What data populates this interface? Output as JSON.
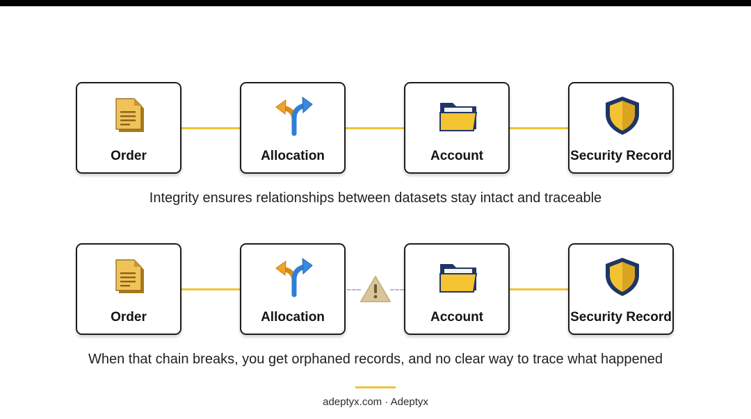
{
  "rows": [
    {
      "nodes": [
        {
          "label": "Order",
          "icon": "document-icon"
        },
        {
          "label": "Allocation",
          "icon": "split-arrows-icon"
        },
        {
          "label": "Account",
          "icon": "folder-icon"
        },
        {
          "label": "Security Record",
          "icon": "shield-icon"
        }
      ],
      "caption": "Integrity ensures relationships between datasets stay intact and traceable"
    },
    {
      "nodes": [
        {
          "label": "Order",
          "icon": "document-icon"
        },
        {
          "label": "Allocation",
          "icon": "split-arrows-icon"
        },
        {
          "label": "Account",
          "icon": "folder-icon"
        },
        {
          "label": "Security Record",
          "icon": "shield-icon"
        }
      ],
      "broken_link_icon": "warning-icon",
      "caption": "When that chain breaks, you get orphaned records, and no clear way to trace what happened"
    }
  ],
  "footer": {
    "text": "adeptyx.com · Adeptyx"
  },
  "colors": {
    "accent": "#f2c232",
    "border": "#1c1c1c",
    "shield": "#1f3566",
    "folder": "#f5c431"
  }
}
